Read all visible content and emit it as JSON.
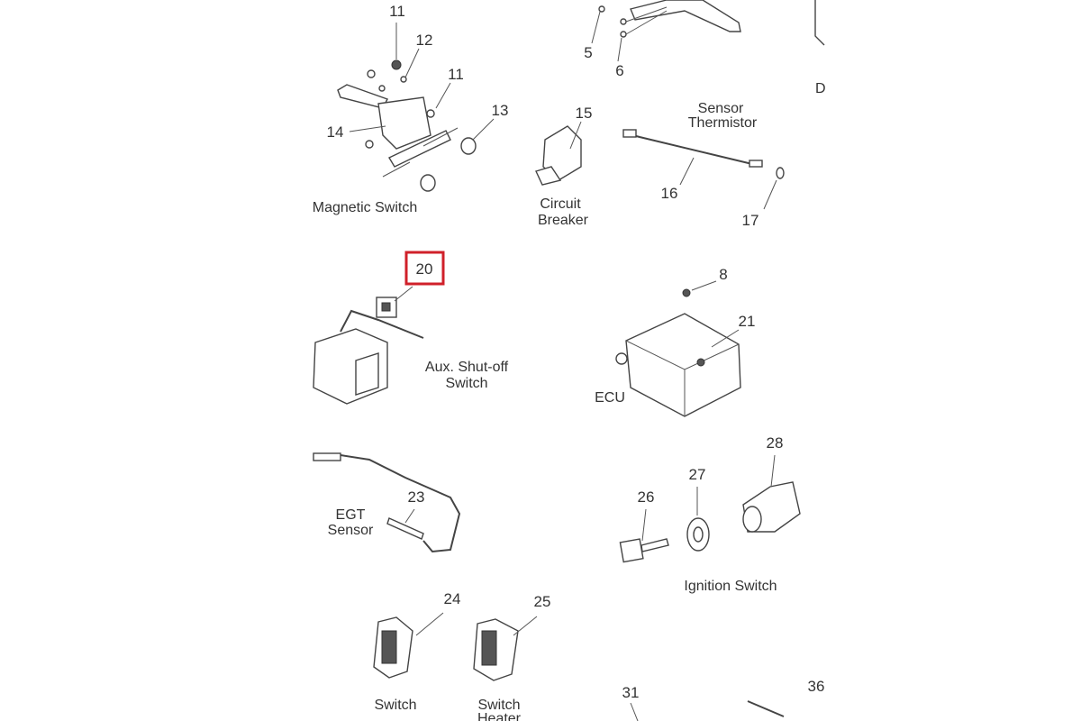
{
  "callouts": {
    "n11a": "11",
    "n12": "12",
    "n11b": "11",
    "n13": "13",
    "n14": "14",
    "n5": "5",
    "n6": "6",
    "n15": "15",
    "n16": "16",
    "n17": "17",
    "n20": "20",
    "n8": "8",
    "n21": "21",
    "n28": "28",
    "n27": "27",
    "n26": "26",
    "n23": "23",
    "n24": "24",
    "n25": "25",
    "n31": "31",
    "n36": "36"
  },
  "captions": {
    "magnetic_switch": "Magnetic Switch",
    "circuit_breaker": [
      "Circuit",
      "Breaker"
    ],
    "sensor_thermistor": [
      "Sensor",
      "Thermistor"
    ],
    "aux_shutoff": [
      "Aux. Shut-off",
      "Switch"
    ],
    "ecu": "ECU",
    "egt_sensor": [
      "EGT",
      "Sensor"
    ],
    "ignition_switch": "Ignition Switch",
    "switch": "Switch",
    "switch_heater": [
      "Switch",
      "Heater"
    ],
    "cut_off": "D"
  },
  "highlight": {
    "part": "20",
    "color": "#d0202a"
  }
}
